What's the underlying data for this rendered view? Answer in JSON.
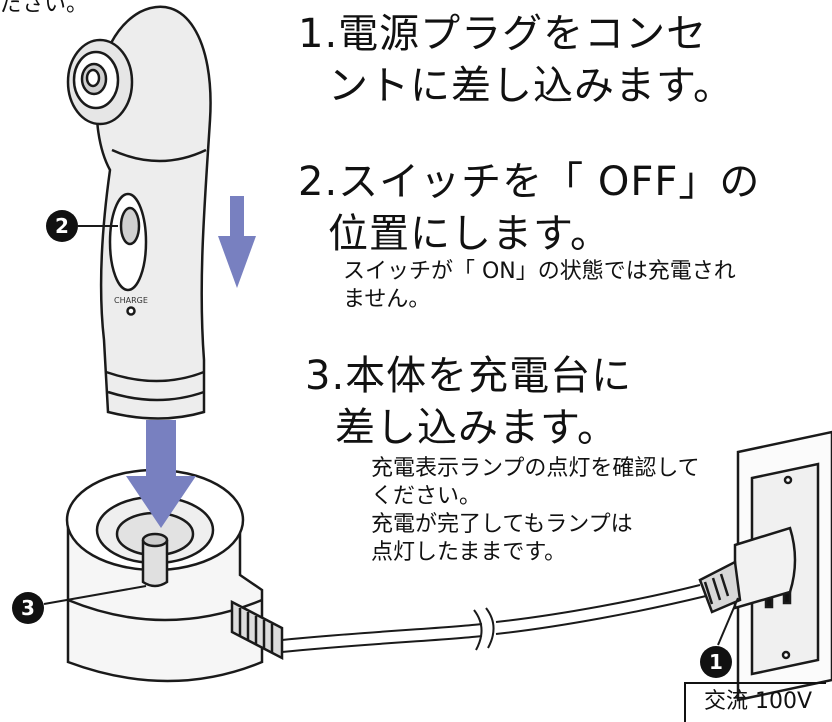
{
  "top_fragment": "ださい。",
  "steps": {
    "step1": {
      "line1": "1.電源プラグをコンセ",
      "line2": "ントに差し込みます。"
    },
    "step2": {
      "line1": "2.スイッチを「 OFF」の",
      "line2": "位置にします。",
      "note1": "スイッチが「 ON」の状態では充電され",
      "note2": "ません。"
    },
    "step3": {
      "line1": "3.本体を充電台に",
      "line2": "差し込みます。",
      "note1": "充電表示ランプの点灯を確認して",
      "note2": "ください。",
      "note3": "充電が完了してもランプは",
      "note4": "点灯したままです。"
    }
  },
  "device": {
    "charge_label": "CHARGE"
  },
  "callouts": {
    "one": "1",
    "two": "2",
    "three": "3"
  },
  "power": {
    "voltage": "交流 100V"
  },
  "colors": {
    "arrow": "#7880C0",
    "line": "#1A1A1A",
    "callout_fill": "#111111"
  }
}
